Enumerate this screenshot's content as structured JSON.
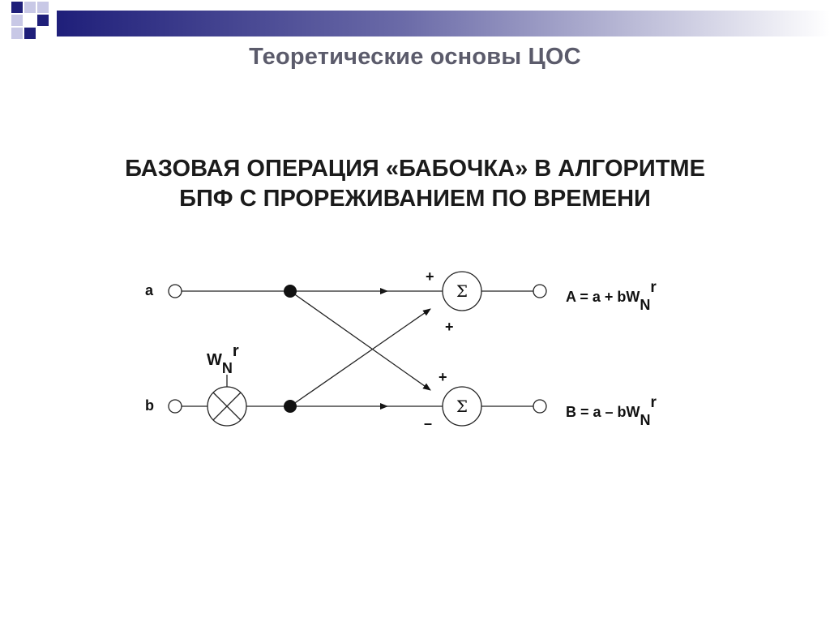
{
  "slide": {
    "title": "Теоретические основы ЦОС",
    "heading_line1": "БАЗОВАЯ ОПЕРАЦИЯ «БАБОЧКА»  В АЛГОРИТМЕ",
    "heading_line2": "БПФ С ПРОРЕЖИВАНИЕМ ПО ВРЕМЕНИ"
  },
  "colors": {
    "accent_dark": "#1f1f7a",
    "accent_light": "#c8c8e6",
    "title_text": "#5b5b6b"
  },
  "diagram": {
    "input_a": "a",
    "input_b": "b",
    "twiddle_W": "W",
    "twiddle_N": "N",
    "twiddle_r": "r",
    "sum_symbol": "Σ",
    "plus_top_1": "+",
    "plus_top_2": "+",
    "plus_bottom_1": "+",
    "minus_bottom": "–",
    "output_A_prefix": "A = a + bW",
    "output_A_sub": "N",
    "output_A_sup": "r",
    "output_B_prefix": "B = a – bW",
    "output_B_sub": "N",
    "output_B_sup": "r"
  }
}
